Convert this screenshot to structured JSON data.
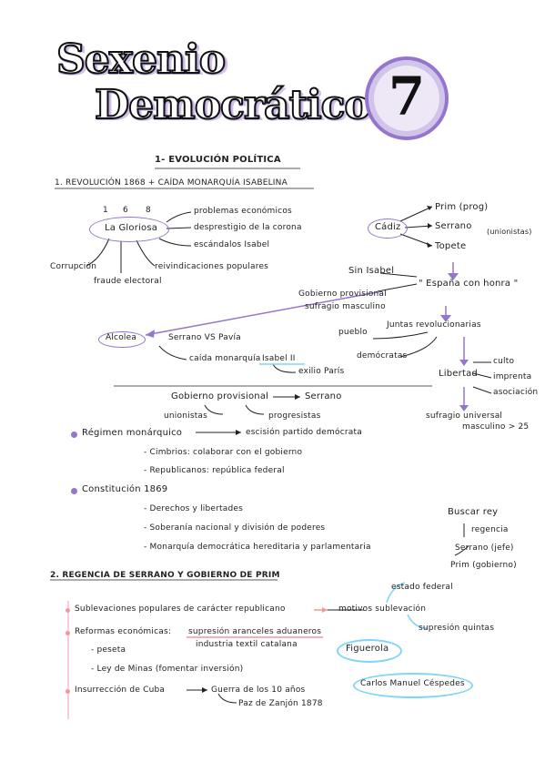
{
  "title": {
    "line1": "Sexenio",
    "line2": "Democrático",
    "number": "7"
  },
  "section1": {
    "heading": "1- EVOLUCIÓN POLÍTICA",
    "sub1": "1. REVOLUCIÓN 1868 + CAÍDA MONARQUÍA ISABELINA",
    "gloriosa": "La Gloriosa",
    "digits": [
      "1",
      "6",
      "8"
    ],
    "causes": [
      "problemas económicos",
      "desprestigio de la corona",
      "escándalos Isabel"
    ],
    "left_causes": [
      "Corrupción",
      "reivindicaciones populares",
      "fraude electoral"
    ],
    "cadiz": "Cádiz",
    "cadiz_targets": [
      "Prim (prog)",
      "Serrano",
      "Topete"
    ],
    "unionistas_note": "(unionistas)",
    "sin_isabel": "Sin Isabel",
    "espana": "\" España con honra \"",
    "gobierno_prov": "Gobierno provisional",
    "sufragio1": "sufragio masculino",
    "juntas": "Juntas revolucionarias",
    "pueblo": "pueblo",
    "democratas": "demócratas",
    "alcolea": "Alcolea",
    "serrano_vs": "Serrano VS Pavía",
    "caida": "caída monarquía",
    "isabel2": "Isabel II",
    "exilio": "exilio París",
    "libertad": "Libertad",
    "libertad_items": [
      "culto",
      "imprenta",
      "asociación"
    ],
    "sufragio_univ": "sufragio universal",
    "masculino25": "masculino > 25"
  },
  "center": {
    "gobierno": "Gobierno provisional",
    "serrano": "Serrano",
    "unionistas": "unionistas",
    "progresistas": "progresistas",
    "regimen": "Régimen monárquico",
    "escision": "escisión partido demócrata",
    "cimbrios": "- Cimbrios: colaborar con el gobierno",
    "republicanos": "- Republicanos: república federal",
    "constitucion": "Constitución 1869",
    "c_items": [
      "- Derechos y libertades",
      "- Soberanía nacional y división de poderes",
      "- Monarquía democrática hereditaria y parlamentaria"
    ],
    "buscar_rey": "Buscar rey",
    "regencia_w": "regencia",
    "serrano_jefe": "Serrano (jefe)",
    "prim_gob": "Prim (gobierno)"
  },
  "section2": {
    "heading": "2. REGENCIA DE SERRANO Y GOBIERNO DE PRIM",
    "sublevaciones": "Sublevaciones populares de carácter republicano",
    "motivos": "motivos sublevación",
    "estado_federal": "estado federal",
    "supresion_quintas": "supresión quintas",
    "reformas": "Reformas económicas:",
    "supresion_aranceles": "supresión aranceles aduaneros",
    "industria": "industria textil catalana",
    "figuerola": "Figuerola",
    "peseta": "- peseta",
    "ley_minas": "- Ley de Minas (fomentar inversión)",
    "insurreccion": "Insurrección de Cuba",
    "guerra": "Guerra de los 10 años",
    "paz": "Paz de Zanjón 1878",
    "carlos": "Carlos Manuel Céspedes"
  },
  "colors": {
    "accent": "#9575cd",
    "blue": "#81d4fa",
    "red": "#ef9a9a"
  }
}
